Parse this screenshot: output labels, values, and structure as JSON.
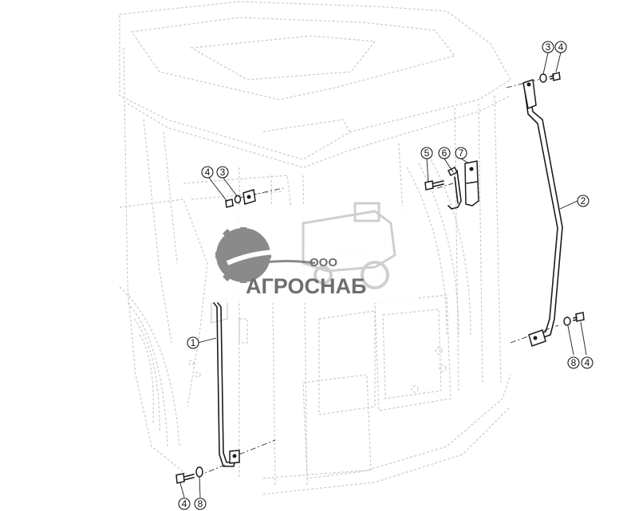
{
  "callouts": [
    {
      "id": "c-3-top",
      "label": "3"
    },
    {
      "id": "c-4-top",
      "label": "4"
    },
    {
      "id": "c-4-left",
      "label": "4"
    },
    {
      "id": "c-3-left",
      "label": "3"
    },
    {
      "id": "c-5",
      "label": "5"
    },
    {
      "id": "c-6",
      "label": "6"
    },
    {
      "id": "c-7",
      "label": "7"
    },
    {
      "id": "c-2",
      "label": "2"
    },
    {
      "id": "c-1",
      "label": "1"
    },
    {
      "id": "c-8-right",
      "label": "8"
    },
    {
      "id": "c-4-right",
      "label": "4"
    },
    {
      "id": "c-4-bottom",
      "label": "4"
    },
    {
      "id": "c-8-bottom",
      "label": "8"
    }
  ],
  "watermark": {
    "prefix": "ООО",
    "brand": "АГРОСНАБ",
    "colors": {
      "gear": "#8a8a8a",
      "text": "#6e6e6e"
    }
  },
  "colors": {
    "part_stroke": "#1c1c1c",
    "background_lines": "#c9c9c9"
  }
}
